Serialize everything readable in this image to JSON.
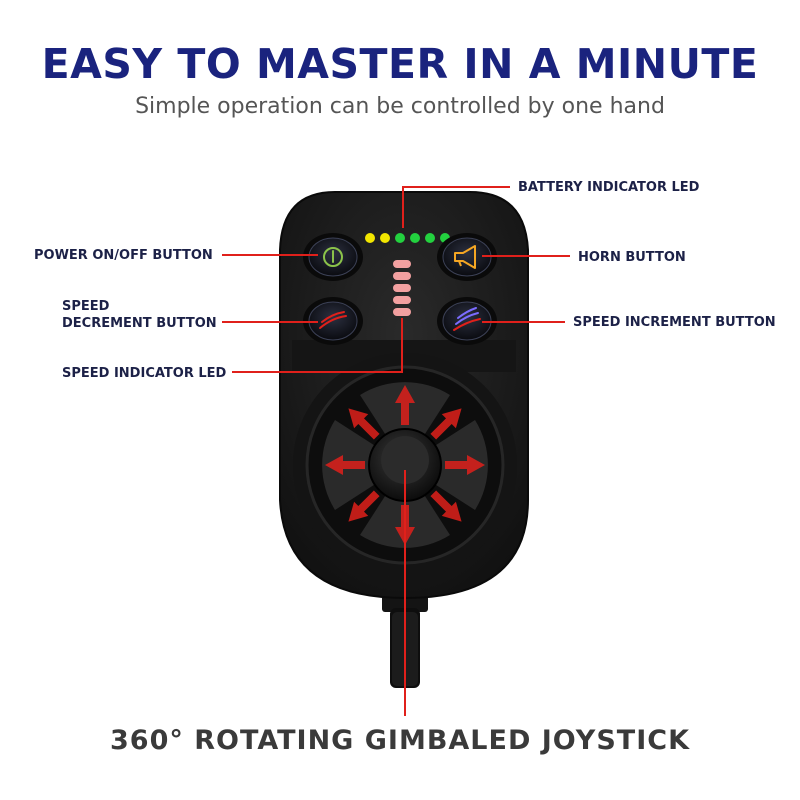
{
  "header": {
    "title": "EASY TO MASTER IN A MINUTE",
    "subtitle": "Simple operation can be controlled by one hand"
  },
  "callouts": {
    "battery_led": "BATTERY INDICATOR LED",
    "power_button": "POWER ON/OFF BUTTON",
    "horn_button": "HORN BUTTON",
    "speed_decrement_line1": "SPEED",
    "speed_decrement_line2": "DECREMENT BUTTON",
    "speed_increment": "SPEED INCREMENT BUTTON",
    "speed_led": "SPEED INDICATOR LED"
  },
  "footer": {
    "caption": "360° ROTATING GIMBALED JOYSTICK"
  },
  "device": {
    "battery_leds": [
      "yellow",
      "yellow",
      "green",
      "green",
      "green",
      "green"
    ],
    "speed_leds_lit": 5,
    "icons": {
      "power": "power-icon",
      "horn": "horn-icon",
      "speed_down": "speed-down-icon",
      "speed_up": "speed-up-icon"
    }
  },
  "colors": {
    "title": "#1a237e",
    "callout_text": "#1c2147",
    "leader_line": "#e0201b",
    "device_body": "#1b1b1b",
    "power_accent": "#8bc34a",
    "horn_accent": "#f5a623",
    "speed_down_accent": "#e0201b",
    "speed_up_accent": "#7b6cff",
    "battery_yellow": "#f2e600",
    "battery_green": "#23d13f",
    "speed_led": "#f2a0a0"
  }
}
